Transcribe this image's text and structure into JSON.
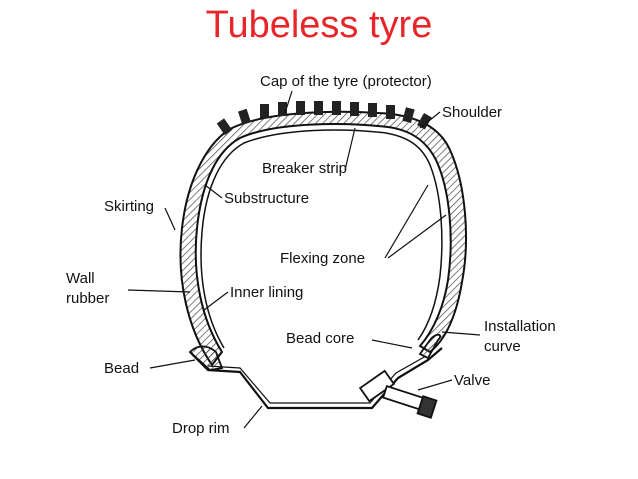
{
  "title": "Tubeless tyre",
  "colors": {
    "title": "#e8262a",
    "ink": "#111111",
    "hatch": "#555555"
  },
  "labels": {
    "cap": "Cap of the tyre (protector)",
    "shoulder": "Shoulder",
    "breaker": "Breaker strip",
    "substructure": "Substructure",
    "skirting": "Skirting",
    "flexing": "Flexing zone",
    "wall": "Wall",
    "rubber": "rubber",
    "inner": "Inner lining",
    "bead_core": "Bead core",
    "installation": "Installation",
    "curve": "curve",
    "bead": "Bead",
    "valve": "Valve",
    "drop_rim": "Drop rim"
  }
}
